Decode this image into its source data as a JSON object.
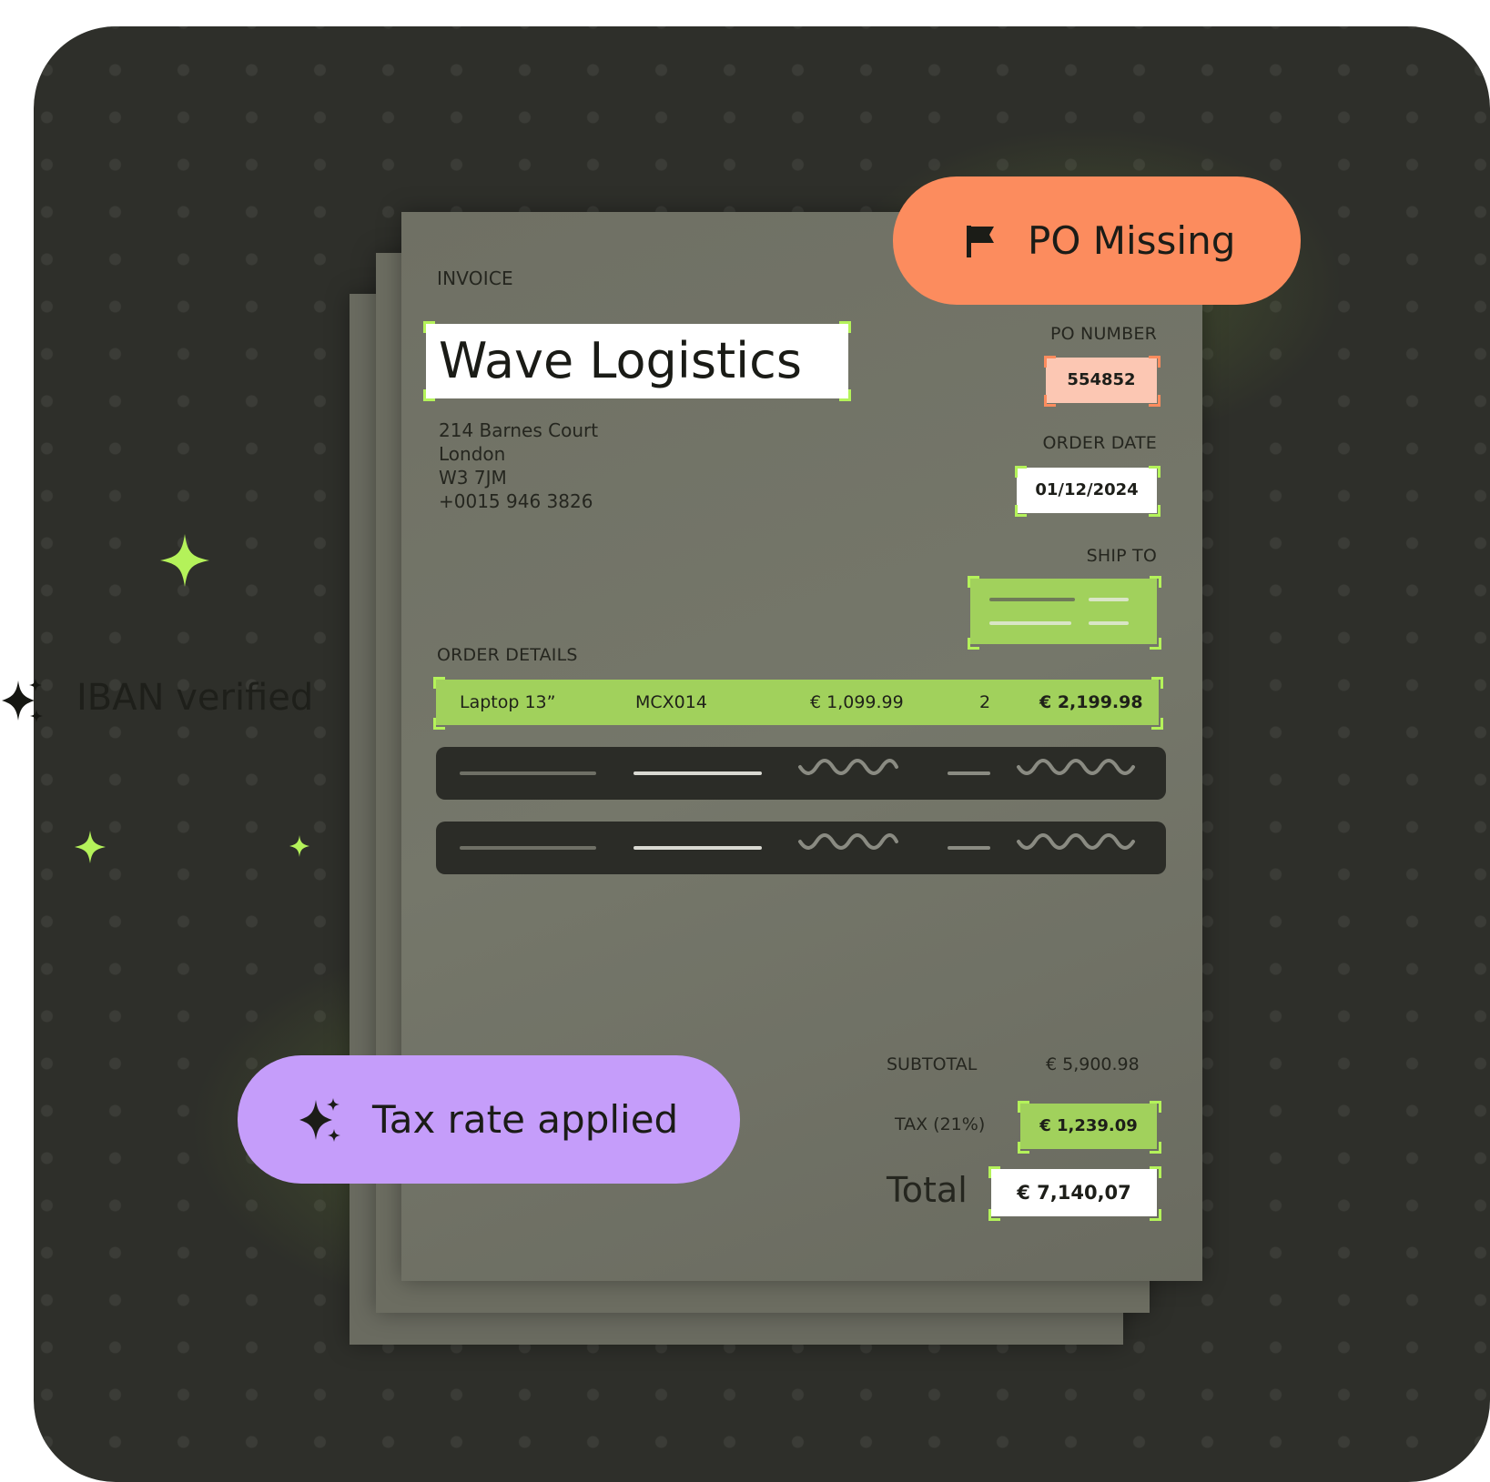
{
  "invoice": {
    "heading": "INVOICE",
    "company_name": "Wave Logistics",
    "address": [
      "214 Barnes Court",
      "London",
      "W3 7JM",
      "+0015 946 3826"
    ],
    "po_number_label": "PO NUMBER",
    "po_number": "554852",
    "order_date_label": "ORDER DATE",
    "order_date": "01/12/2024",
    "ship_to_label": "SHIP TO",
    "order_details_label": "ORDER DETAILS",
    "line_item": {
      "description": "Laptop 13”",
      "sku": "MCX014",
      "unit_price": "€ 1,099.99",
      "quantity": "2",
      "amount": "€ 2,199.98"
    },
    "subtotal_label": "SUBTOTAL",
    "subtotal": "€ 5,900.98",
    "tax_label": "TAX (21%)",
    "tax": "€ 1,239.09",
    "total_label": "Total",
    "total": "€ 7,140,07"
  },
  "badges": {
    "po_missing": "PO Missing",
    "tax_rate_applied": "Tax rate applied",
    "iban_verified": "IBAN verified"
  },
  "colors": {
    "background": "#2e2f2a",
    "document": "#6e6f63",
    "accent_green": "#a1d15c",
    "highlight_green": "#b4f25a",
    "po_badge": "#fc8c5e",
    "po_number_fill": "#fcc7b3",
    "tax_badge": "#c59dfa"
  },
  "icons": {
    "po_badge_icon": "flag-icon",
    "tax_badge_icon": "sparkle-icon",
    "iban_icon": "sparkle-icon",
    "decorations": "sparkle-icon"
  }
}
